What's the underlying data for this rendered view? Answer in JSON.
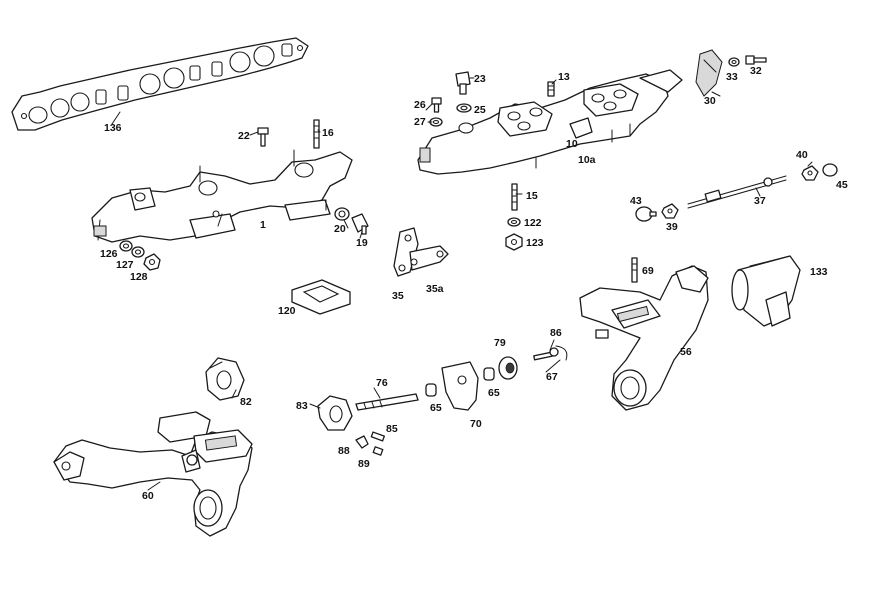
{
  "diagram": {
    "callouts": {
      "p1": "1",
      "p10": "10",
      "p10a": "10a",
      "p13": "13",
      "p15": "15",
      "p16": "16",
      "p19": "19",
      "p20": "20",
      "p22": "22",
      "p23": "23",
      "p25": "25",
      "p26": "26",
      "p27": "27",
      "p30": "30",
      "p32": "32",
      "p33": "33",
      "p35": "35",
      "p35a": "35a",
      "p37": "37",
      "p39": "39",
      "p40": "40",
      "p43": "43",
      "p45": "45",
      "p56": "56",
      "p60": "60",
      "p65a": "65",
      "p65b": "65",
      "p67": "67",
      "p69": "69",
      "p70": "70",
      "p76": "76",
      "p79": "79",
      "p82": "82",
      "p83": "83",
      "p85": "85",
      "p86": "86",
      "p88": "88",
      "p89": "89",
      "p120": "120",
      "p122": "122",
      "p123": "123",
      "p126": "126",
      "p127": "127",
      "p128": "128",
      "p133": "133",
      "p136": "136"
    }
  }
}
